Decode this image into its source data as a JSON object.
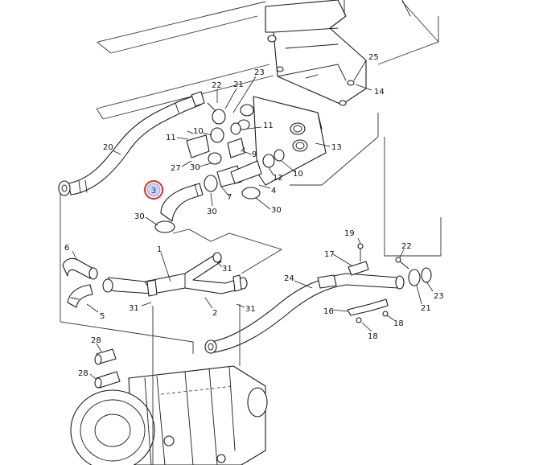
{
  "diagram": {
    "callouts": [
      {
        "id": "c25",
        "label": "25"
      },
      {
        "id": "c14",
        "label": "14"
      },
      {
        "id": "c22a",
        "label": "22"
      },
      {
        "id": "c21a",
        "label": "21"
      },
      {
        "id": "c23a",
        "label": "23"
      },
      {
        "id": "c10a",
        "label": "10"
      },
      {
        "id": "c11a",
        "label": "11"
      },
      {
        "id": "c11b",
        "label": "11"
      },
      {
        "id": "c20",
        "label": "20"
      },
      {
        "id": "c9",
        "label": "9"
      },
      {
        "id": "c13",
        "label": "13"
      },
      {
        "id": "c27",
        "label": "27"
      },
      {
        "id": "c30a",
        "label": "30"
      },
      {
        "id": "c12",
        "label": "12"
      },
      {
        "id": "c10b",
        "label": "10"
      },
      {
        "id": "c4",
        "label": "4"
      },
      {
        "id": "c7",
        "label": "7"
      },
      {
        "id": "c30b",
        "label": "30"
      },
      {
        "id": "c30c",
        "label": "30"
      },
      {
        "id": "c30d",
        "label": "30"
      },
      {
        "id": "c19",
        "label": "19"
      },
      {
        "id": "c6",
        "label": "6"
      },
      {
        "id": "c1",
        "label": "1"
      },
      {
        "id": "c31a",
        "label": "31"
      },
      {
        "id": "c17",
        "label": "17"
      },
      {
        "id": "c22b",
        "label": "22"
      },
      {
        "id": "c24",
        "label": "24"
      },
      {
        "id": "c23b",
        "label": "23"
      },
      {
        "id": "c5",
        "label": "5"
      },
      {
        "id": "c31b",
        "label": "31"
      },
      {
        "id": "c2",
        "label": "2"
      },
      {
        "id": "c31c",
        "label": "31"
      },
      {
        "id": "c16",
        "label": "16"
      },
      {
        "id": "c21b",
        "label": "21"
      },
      {
        "id": "c18a",
        "label": "18"
      },
      {
        "id": "c18b",
        "label": "18"
      },
      {
        "id": "c28a",
        "label": "28"
      },
      {
        "id": "c28b",
        "label": "28"
      }
    ],
    "highlighted": {
      "label": "3"
    }
  },
  "colors": {
    "highlight_ring": "#d9312b",
    "highlight_fill": "#c9d2f0",
    "line": "#1a1a1a",
    "background": "#ffffff"
  }
}
